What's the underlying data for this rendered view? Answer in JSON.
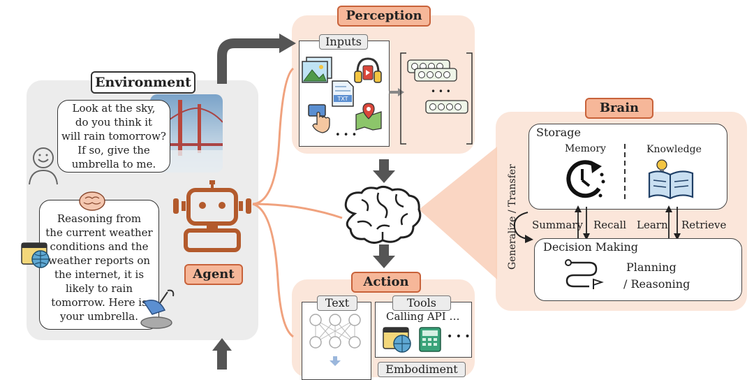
{
  "environment": {
    "title": "Environment",
    "user_bubble": [
      "Look at the sky,",
      "do you think it",
      "will rain tomorrow?",
      "If so, give the",
      "umbrella to me."
    ],
    "agent_bubble": [
      "Reasoning from",
      "the current weather",
      "conditions and the",
      "weather reports on",
      "the internet, it is",
      "likely to rain",
      "tomorrow. Here is",
      "your umbrella."
    ]
  },
  "agent": {
    "label": "Agent"
  },
  "perception": {
    "title": "Perception",
    "inputs_label": "Inputs",
    "ellipsis": "• • •",
    "embed_ellipsis": "• • •",
    "doc_icon_text": "TXT"
  },
  "brain": {
    "title": "Brain",
    "storage_label": "Storage",
    "memory_label": "Memory",
    "knowledge_label": "Knowledge",
    "generalize_label": "Generalize / Transfer",
    "summary_label": "Summary",
    "recall_label": "Recall",
    "learn_label": "Learn",
    "retrieve_label": "Retrieve",
    "decision_label": "Decision Making",
    "planning_label": "Planning",
    "reasoning_label": "/ Reasoning"
  },
  "action": {
    "title": "Action",
    "text_label": "Text",
    "tools_label": "Tools",
    "calling_api": "Calling API …",
    "tools_ellipsis": "• • •",
    "embodiment_label": "Embodiment"
  },
  "colors": {
    "accent_orange": "#f6b799",
    "panel_peach": "#fbe6da",
    "agent_brown": "#b35a2c",
    "line_orange": "#f0a27e",
    "arrow_gray": "#555555"
  }
}
